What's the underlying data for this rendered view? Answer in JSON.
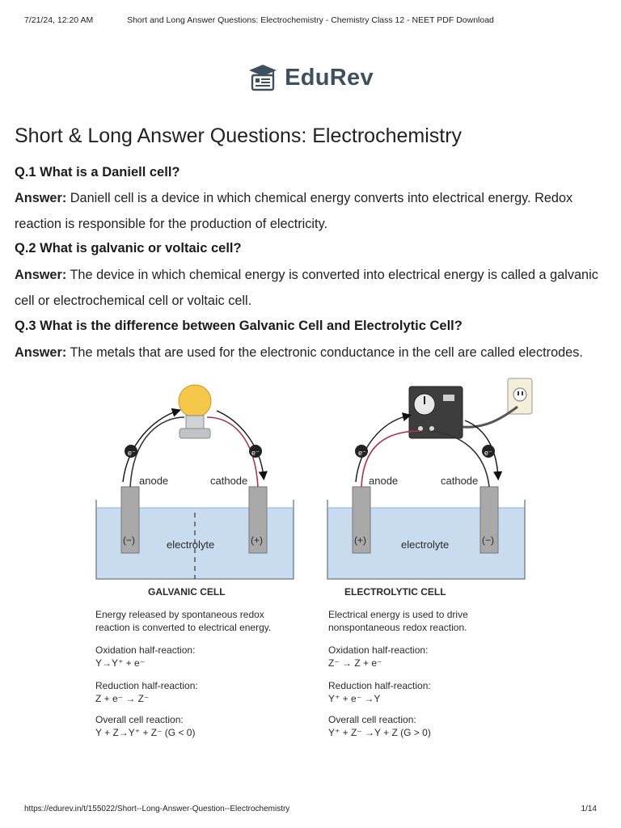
{
  "header": {
    "date": "7/21/24, 12:20 AM",
    "title": "Short and Long Answer Questions: Electrochemistry - Chemistry Class 12 - NEET PDF Download"
  },
  "logo": {
    "text": "EduRev",
    "icon": "graduation-cap-computer-icon"
  },
  "page_title": "Short & Long Answer Questions: Electrochemistry",
  "qa": [
    {
      "question": "Q.1 What is a Daniell cell?",
      "answer_label": "Answer:",
      "answer": "Daniell cell is a device in which chemical energy converts into electrical energy. Redox reaction is responsible for the production of electricity."
    },
    {
      "question": "Q.2 What is galvanic or voltaic cell?",
      "answer_label": "Answer:",
      "answer": "The device in which chemical energy is converted into electrical energy is called a galvanic cell or electrochemical cell or voltaic cell."
    },
    {
      "question": "Q.3 What is the difference between Galvanic Cell and Electrolytic Cell?",
      "answer_label": "Answer:",
      "answer": "The metals that are used for the electronic conductance in the cell are called electrodes."
    }
  ],
  "figure": {
    "galvanic": {
      "anode": "anode",
      "cathode": "cathode",
      "electrolyte": "electrolyte",
      "left_sign": "(−)",
      "right_sign": "(+)",
      "electron": "e⁻",
      "title": "GALVANIC CELL",
      "desc1": "Energy released by spontaneous redox",
      "desc2": "reaction is converted to electrical energy.",
      "ox_label": "Oxidation half-reaction:",
      "ox_eq": "Y→Y⁺ + e⁻",
      "red_label": "Reduction half-reaction:",
      "red_eq": "Z + e⁻ → Z⁻",
      "overall_label": "Overall cell reaction:",
      "overall_eq": "Y + Z→Y⁺ + Z⁻  (G < 0)"
    },
    "electrolytic": {
      "anode": "anode",
      "cathode": "cathode",
      "electrolyte": "electrolyte",
      "left_sign": "(+)",
      "right_sign": "(−)",
      "electron": "e⁻",
      "title": "ELECTROLYTIC CELL",
      "desc1": "Electrical energy is used to drive",
      "desc2": "nonspontaneous redox reaction.",
      "ox_label": "Oxidation half-reaction:",
      "ox_eq": "Z⁻ → Z + e⁻",
      "red_label": "Reduction half-reaction:",
      "red_eq": "Y⁺ + e⁻ →Y",
      "overall_label": "Overall cell reaction:",
      "overall_eq": "Y⁺ + Z⁻ →Y + Z (G > 0)"
    },
    "colors": {
      "solution": "#c9dcef",
      "electrode": "#a9a9a9",
      "wire": "#b0334c",
      "bulb": "#f6c84a"
    }
  },
  "footer": {
    "url": "https://edurev.in/t/155022/Short--Long-Answer-Question--Electrochemistry",
    "page": "1/14"
  }
}
